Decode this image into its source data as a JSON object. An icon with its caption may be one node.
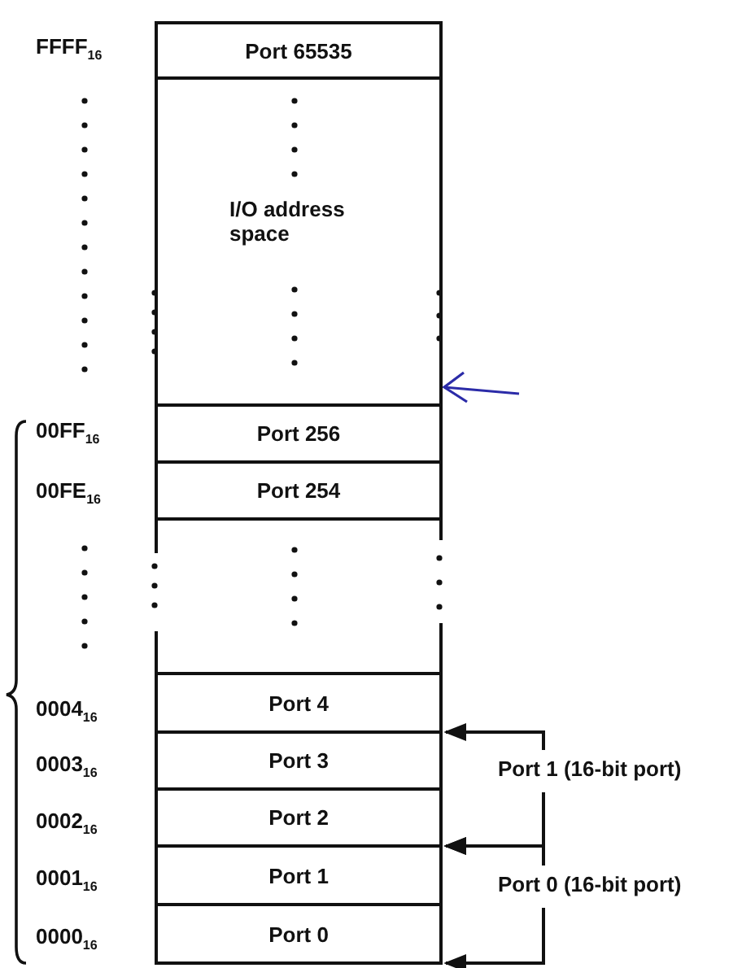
{
  "diagram": {
    "nodes": [
      {
        "text": [
          "Port 65535"
        ]
      },
      {
        "text": [
          "I/O address space"
        ]
      },
      {
        "text": [
          "Port 256"
        ]
      },
      {
        "text": [
          "Port 254"
        ]
      },
      {
        "text": [
          "Port 4"
        ]
      },
      {
        "text": [
          "Port 3"
        ]
      },
      {
        "text": [
          "Port 2"
        ]
      },
      {
        "text": [
          "Port 1"
        ]
      },
      {
        "text": [
          "Port 0"
        ]
      },
      {
        "text": [
          "Port 1 (16-bit port)"
        ]
      },
      {
        "text": [
          "Port 0 (16-bit port)"
        ]
      }
    ],
    "edges": [
      {
        "from": null,
        "to": 2,
        "arrow": "to",
        "color": "#2b2ba8"
      },
      {
        "from": 9,
        "to": 5,
        "arrow": "to"
      },
      {
        "from": 9,
        "to": 7,
        "arrow": "to"
      },
      {
        "from": 10,
        "to": 7,
        "arrow": "to"
      },
      {
        "from": 10,
        "to": 8,
        "arrow": "to"
      }
    ],
    "labels": [
      "FFFF$_{16}$",
      "00FF$_{16}$",
      "00FE$_{16}$",
      "0004$_{16}$",
      "0003$_{16}$",
      "0002$_{16}$",
      "0001$_{16}$",
      "0000$_{16}$"
    ]
  }
}
